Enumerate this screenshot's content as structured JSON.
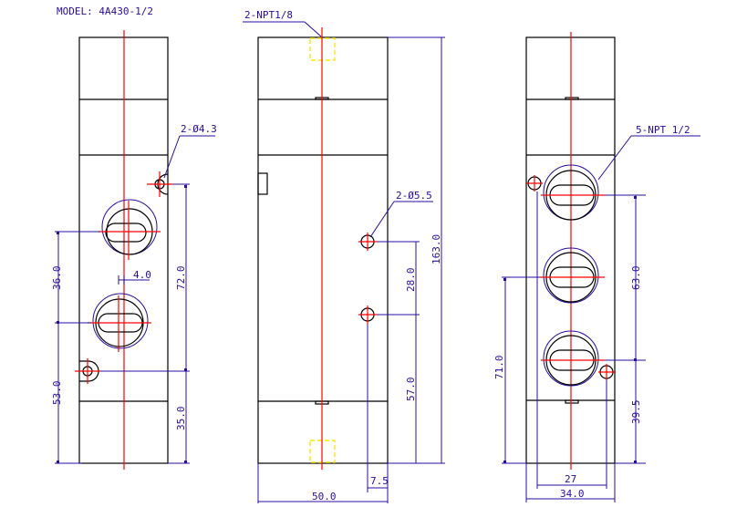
{
  "title": "MODEL: 4A430-1/2",
  "colors": {
    "outline": "#000000",
    "centerline": "#ff0000",
    "dimension": "#2a0ca0",
    "hidden": "#ffe800"
  },
  "front_view": {
    "hole_callout": "2-Ø4.3",
    "dims": {
      "d36": "36.0",
      "d53": "53.0",
      "d72": "72.0",
      "d35": "35.0",
      "d4": "4.0"
    }
  },
  "side_view": {
    "pilot_callout": "2-NPT1/8",
    "hole_callout": "2-Ø5.5",
    "dims": {
      "d28": "28.0",
      "d57": "57.0",
      "d163": "163.0",
      "d7_5": "7.5",
      "d50": "50.0"
    }
  },
  "rear_view": {
    "port_callout": "5-NPT 1/2",
    "dims": {
      "d63": "63.0",
      "d39_5": "39.5",
      "d71": "71.0",
      "d27": "27",
      "d34": "34.0"
    }
  }
}
